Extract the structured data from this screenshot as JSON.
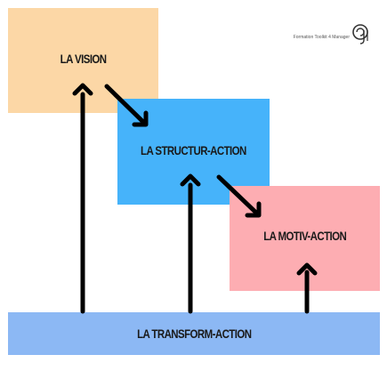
{
  "colors": {
    "vision": "#fcd7a6",
    "structur_action": "#46b3fa",
    "motiv_action": "#fdadb2",
    "transform_action": "#8cb8f4",
    "arrow": "#000000"
  },
  "boxes": {
    "vision": "LA VISION",
    "structur_action": "LA STRUCTUR-ACTION",
    "motiv_action": "LA MOTIV-ACTION",
    "transform_action": "LA TRANSFORM-ACTION"
  },
  "logo": {
    "caption": "Formation Toolkit 4 Manager",
    "icon": "ctg-logo-icon"
  }
}
